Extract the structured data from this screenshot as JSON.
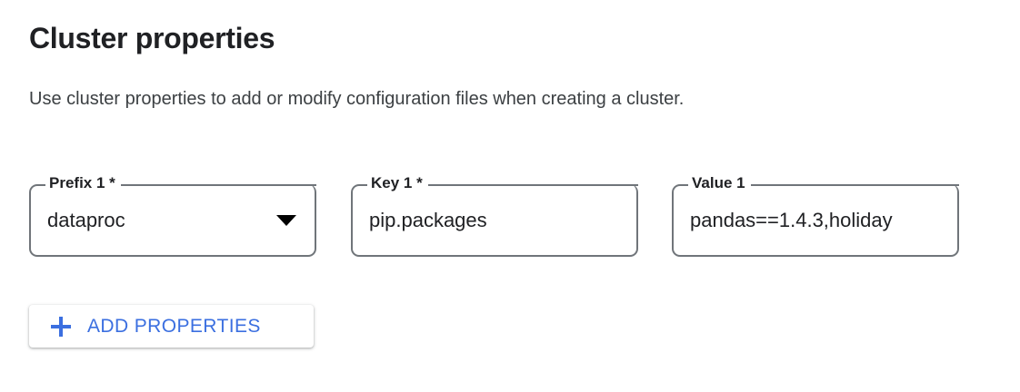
{
  "section": {
    "title": "Cluster properties",
    "description": "Use cluster properties to add or modify configuration files when creating a cluster."
  },
  "fields": [
    {
      "name": "prefix",
      "label": "Prefix 1 *",
      "value": "dataproc",
      "type": "select",
      "required": true,
      "icon": "chevron-down-icon"
    },
    {
      "name": "key",
      "label": "Key 1 *",
      "value": "pip.packages",
      "type": "text",
      "required": true
    },
    {
      "name": "value",
      "label": "Value 1",
      "value": "pandas==1.4.3,holiday",
      "type": "text",
      "required": false
    }
  ],
  "actions": {
    "add_properties_label": "ADD PROPERTIES",
    "add_properties_icon": "plus-icon"
  },
  "colors": {
    "accent_blue": "#3b6fe0",
    "field_border": "#70757a",
    "text_primary": "#202124",
    "text_secondary": "#3c4043",
    "background": "#ffffff"
  }
}
